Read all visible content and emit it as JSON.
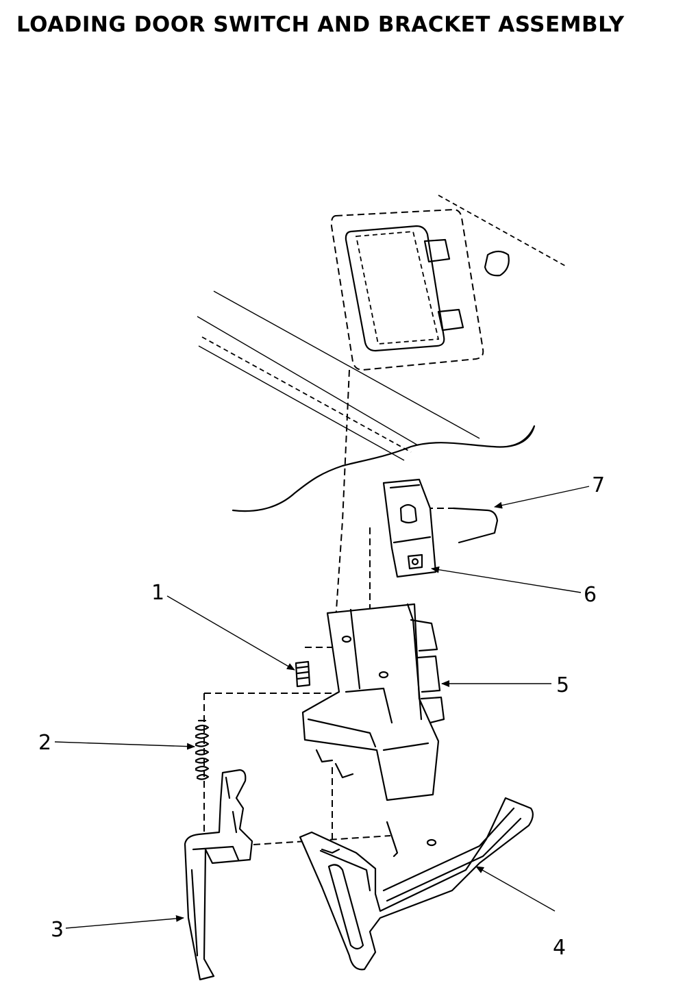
{
  "title": "LOADING DOOR SWITCH AND BRACKET ASSEMBLY",
  "callouts": {
    "c1": "1",
    "c2": "2",
    "c3": "3",
    "c4": "4",
    "c5": "5",
    "c6": "6",
    "c7": "7"
  }
}
